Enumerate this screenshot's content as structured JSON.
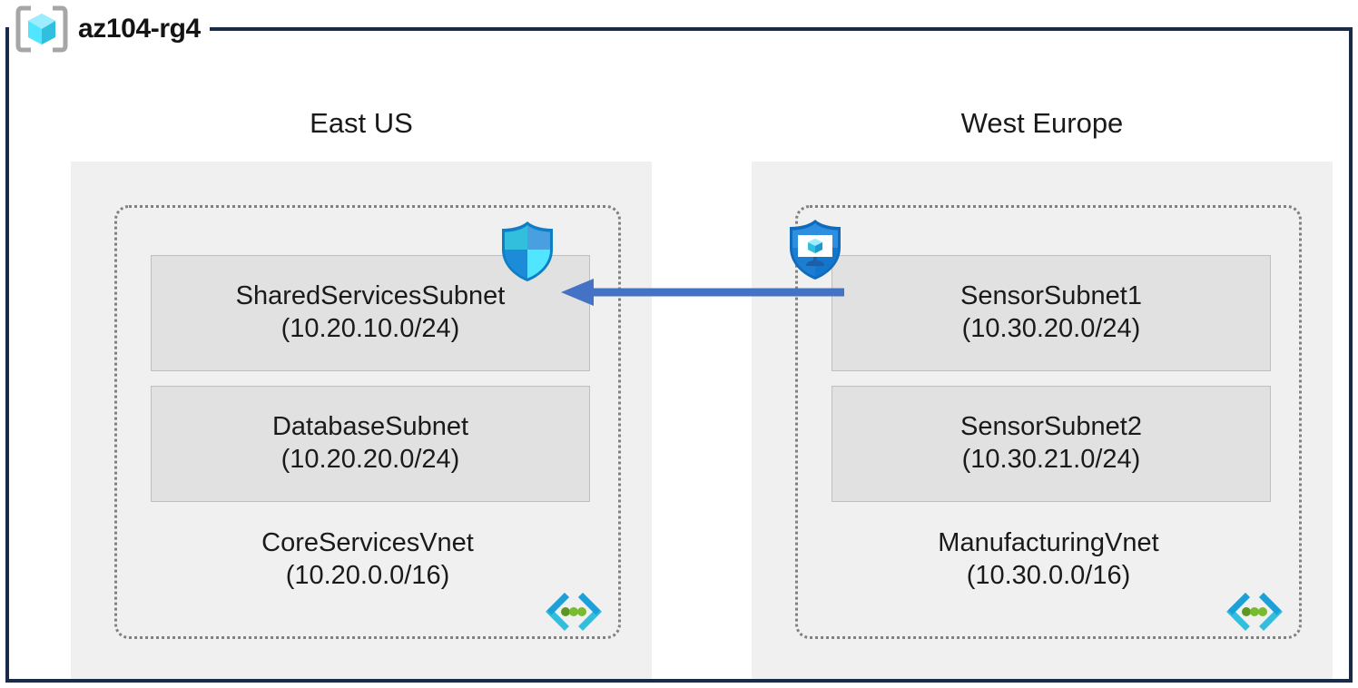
{
  "resource_group": {
    "name": "az104-rg4",
    "icon": "resource-group-cube-icon",
    "frame_color": "#1A2A4A"
  },
  "colors": {
    "region_bg": "#F0F0F0",
    "subnet_bg": "#E1E1E1",
    "subnet_border": "#BFBFBF",
    "vnet_border": "#808080",
    "arrow": "#4472C4",
    "azure_cyan": "#50E6FF",
    "azure_blue": "#0078D4"
  },
  "regions": [
    {
      "label": "East US",
      "vnet": {
        "name": "CoreServicesVnet",
        "cidr": "(10.20.0.0/16)",
        "glyph": "vnet-icon",
        "subnets": [
          {
            "name": "SharedServicesSubnet",
            "cidr": "(10.20.10.0/24)",
            "icon": "network-security-group-shield-icon"
          },
          {
            "name": "DatabaseSubnet",
            "cidr": "(10.20.20.0/24)",
            "icon": null
          }
        ]
      }
    },
    {
      "label": "West Europe",
      "vnet": {
        "name": "ManufacturingVnet",
        "cidr": "(10.30.0.0/16)",
        "glyph": "vnet-icon",
        "subnets": [
          {
            "name": "SensorSubnet1",
            "cidr": "(10.30.20.0/24)",
            "icon": "bastion-shield-monitor-icon"
          },
          {
            "name": "SensorSubnet2",
            "cidr": "(10.30.21.0/24)",
            "icon": null
          }
        ]
      }
    }
  ],
  "connection": {
    "name": "vnet-peering-arrow",
    "direction": "right-to-left",
    "from": "SensorSubnet1",
    "to": "SharedServicesSubnet",
    "color": "#4472C4"
  }
}
